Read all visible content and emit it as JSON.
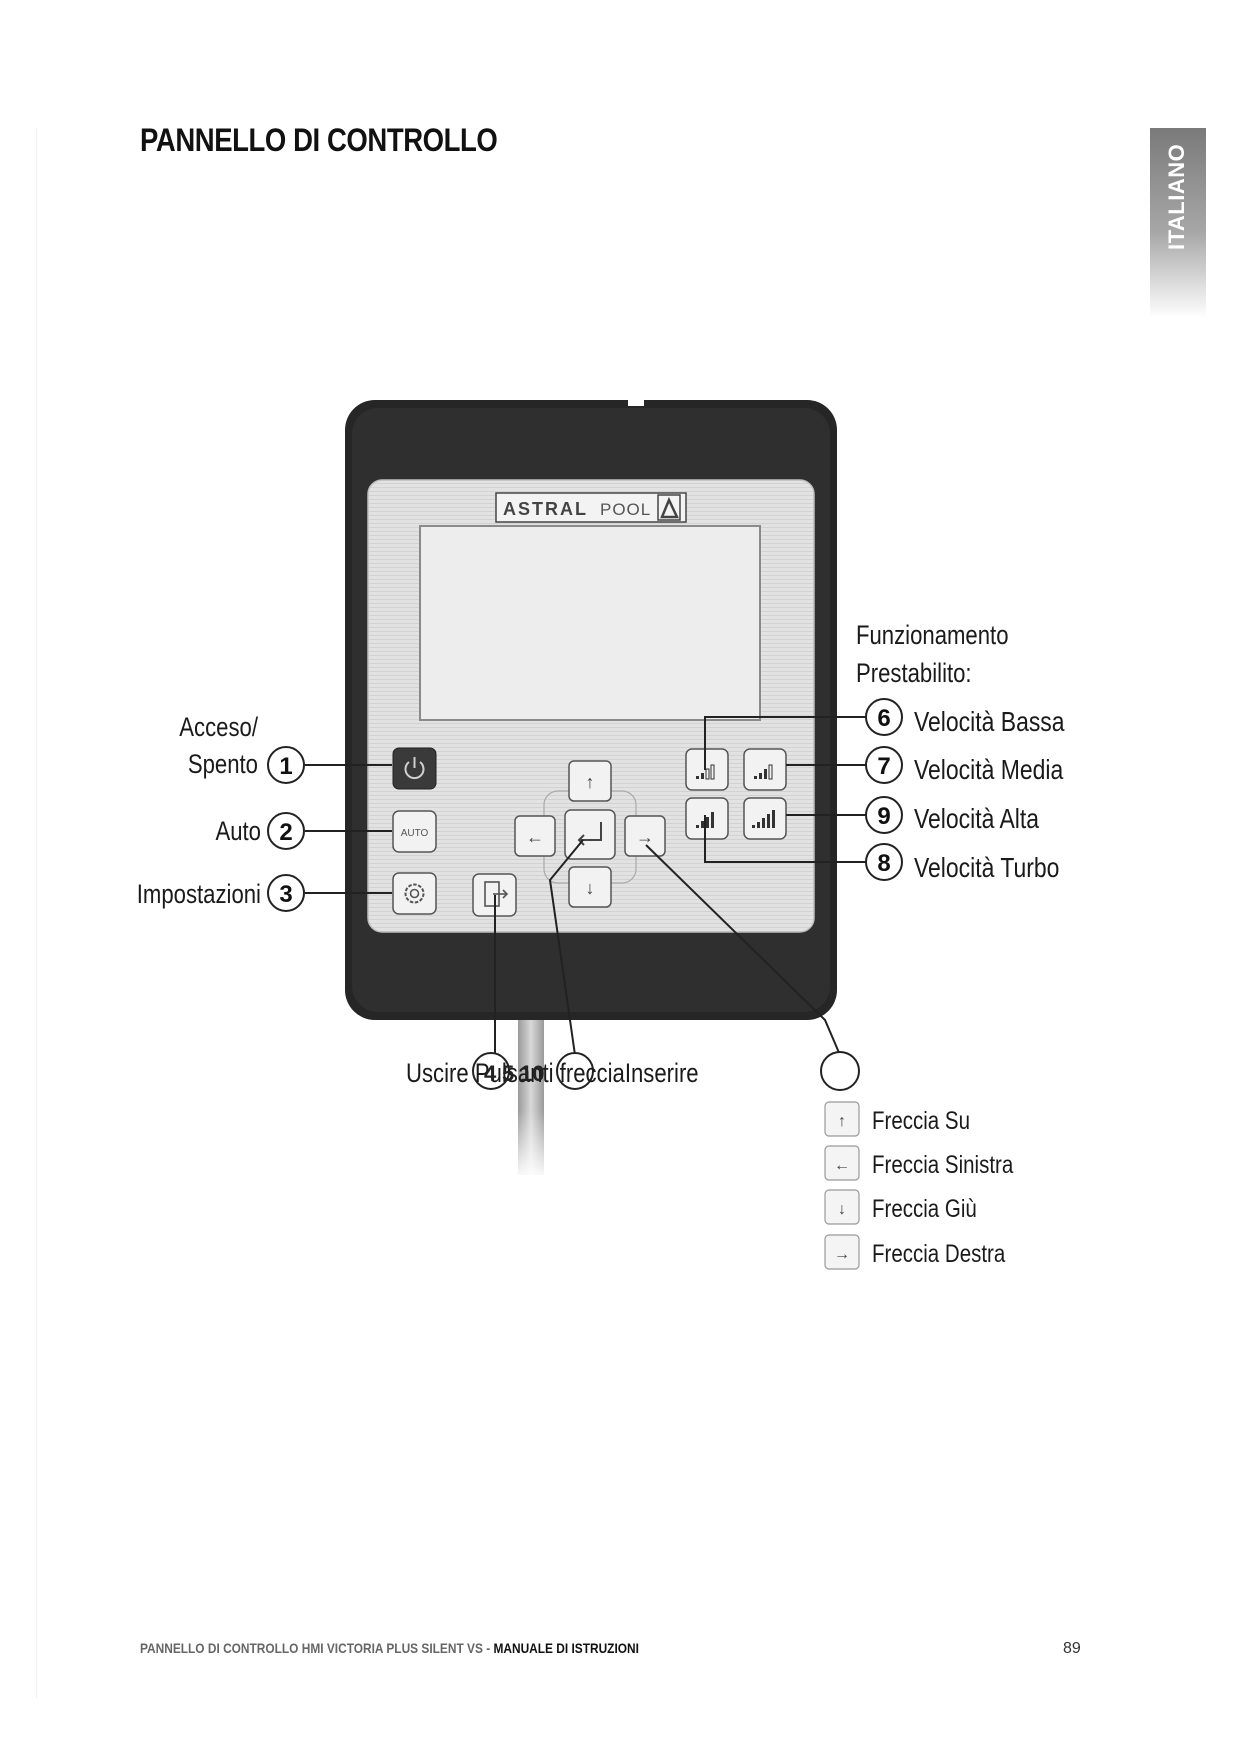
{
  "page": {
    "title": "PANNELLO DI CONTROLLO",
    "language_tab": "ITALIANO",
    "page_number": "89",
    "footer_prefix": "PANNELLO DI CONTROLLO HMI VICTORIA PLUS SILENT VS -",
    "footer_strong": "MANUALE DI ISTRUZIONI"
  },
  "device": {
    "brand_bold": "ASTRAL",
    "brand_light": "POOL",
    "auto_button_text": "AUTO"
  },
  "callouts": {
    "on_off_line1": "Acceso/",
    "on_off_line2": "Spento",
    "on_off_number": "1",
    "auto_label": "Auto",
    "auto_number": "2",
    "settings_label": "Impostazioni",
    "settings_number": "3",
    "preset_title_line1": "Funzionamento",
    "preset_title_line2": "Prestabilito:",
    "speed_low_number": "6",
    "speed_low_label": "Velocità Bassa",
    "speed_medium_number": "7",
    "speed_medium_label": "Velocità Media",
    "speed_high_number": "9",
    "speed_high_label": "Velocità Alta",
    "speed_turbo_number": "8",
    "speed_turbo_label": "Velocità Turbo",
    "bottom_overlap_text": "Uscire Pulsanti frecciaInserire",
    "bottom_number_a": "4",
    "bottom_number_b": "5",
    "bottom_number_c": "10"
  },
  "arrow_legend": [
    {
      "glyph": "↑",
      "label": "Freccia Su"
    },
    {
      "glyph": "←",
      "label": "Freccia Sinistra"
    },
    {
      "glyph": "↓",
      "label": "Freccia Giù"
    },
    {
      "glyph": "→",
      "label": "Freccia Destra"
    }
  ],
  "colors": {
    "device_body": "#2a2a2a",
    "face_plate": "#e4e4e4",
    "screen": "#ececec",
    "button_face": "#f2f2f2",
    "power_button": "#3a3a3a"
  }
}
